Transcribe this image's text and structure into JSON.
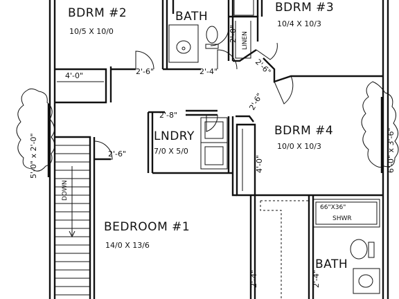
{
  "rooms": {
    "bdrm2": {
      "name": "BDRM #2",
      "size": "10/5 X 10/0"
    },
    "bath_top": {
      "name": "BATH"
    },
    "bdrm3": {
      "name": "BDRM #3",
      "size": "10/4 X 10/3"
    },
    "linen": {
      "name": "LINEN"
    },
    "lndry": {
      "name": "LNDRY",
      "size": "7/0 X 5/0"
    },
    "bdrm4": {
      "name": "BDRM #4",
      "size": "10/0 X 10/3"
    },
    "bedroom1": {
      "name": "BEDROOM #1",
      "size": "14/0 X 13/6"
    },
    "bath_bottom": {
      "name": "BATH"
    },
    "shower": {
      "line1": "66\"X36\"",
      "line2": "SHWR"
    }
  },
  "dimensions": {
    "d_4_0_top": "4'-0\"",
    "d_2_6_a": "2'-6\"",
    "d_2_4_a": "2'-4\"",
    "d_2_0_linen": "2'-0\"",
    "d_2_6_b": "2'-6\"",
    "d_2_6_c": "2'-6\"",
    "d_2_8": "2'-8\"",
    "d_2_6_d": "2'-6\"",
    "d_4_0_closet": "4'-0\"",
    "d_2_4_b": "2'-4\"",
    "d_2_4_c": "2'-4\""
  },
  "windows": {
    "left": "5'-0\" x 2'-0\"",
    "right": "6'-0\" x 3'-6\""
  },
  "stairs": {
    "label": "DOWN"
  }
}
